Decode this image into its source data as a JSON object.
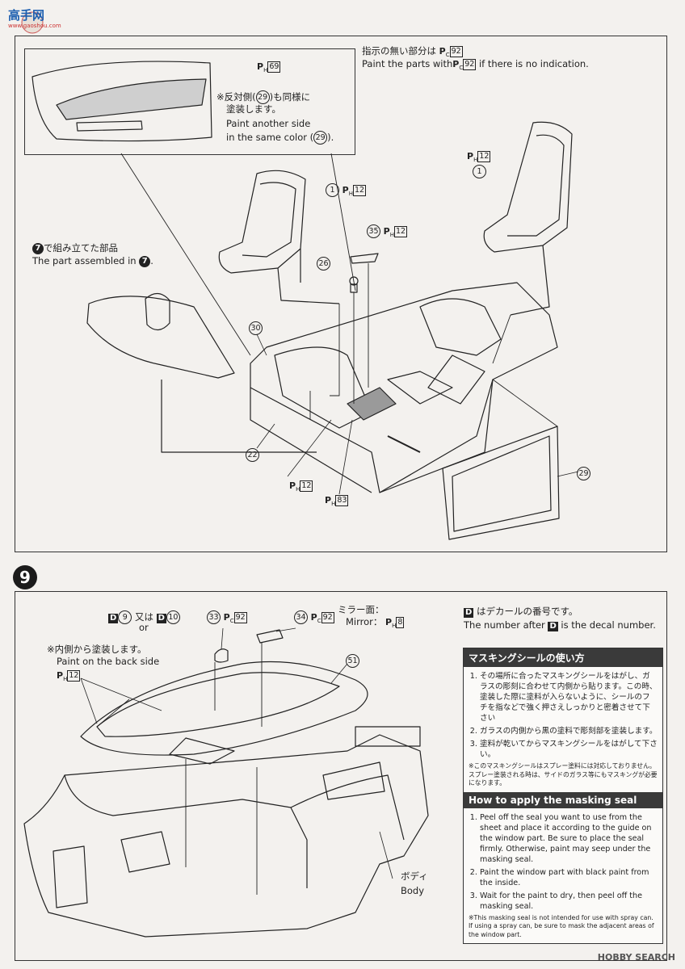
{
  "header": {
    "logo_text": "高手网",
    "logo_sub": "www.gaoshou.com"
  },
  "step8": {
    "top_note_jp": "指示の無い部分は",
    "top_note_jp_code": "92",
    "top_note_en_pre": "Paint the parts with",
    "top_note_en_code": "92",
    "top_note_en_post": "if there is no indication.",
    "inset_code": "69",
    "inset_note_jp_1": "※反対側(",
    "inset_note_num": "29",
    "inset_note_jp_2": ")も同様に",
    "inset_note_jp_3": "塗装します。",
    "inset_note_en_1": "Paint another side",
    "inset_note_en_2": "in the same color (",
    "inset_note_en_num": "29",
    "inset_note_en_3": ").",
    "assembled_jp": "で組み立てた部品",
    "assembled_en": "The part assembled in",
    "assembled_step": "7",
    "part_1_left": "1",
    "part_1_left_code": "12",
    "part_1_right": "1",
    "part_1_right_code": "12",
    "part_35": "35",
    "part_35_code": "12",
    "part_26": "26",
    "part_30": "30",
    "part_22": "22",
    "part_29": "29",
    "bottom_code_1": "12",
    "bottom_code_2": "83"
  },
  "step9": {
    "step_number": "9",
    "decal_1": "9",
    "decal_or_jp": "又は",
    "decal_or_en": "or",
    "decal_2": "10",
    "part_33": "33",
    "part_33_code": "92",
    "part_34": "34",
    "part_34_code": "92",
    "mirror_jp": "ミラー面：",
    "mirror_en": "Mirror：",
    "mirror_code": "8",
    "decal_note_jp": "はデカールの番号です。",
    "decal_note_en_pre": "The number after",
    "decal_note_en_post": "is the decal number.",
    "inside_jp": "※内側から塗装します。",
    "inside_en": "Paint on the back side",
    "inside_code": "12",
    "part_51": "51",
    "body_jp": "ボディ",
    "body_en": "Body"
  },
  "panel": {
    "title_jp": "マスキングシールの使い方",
    "items_jp": [
      "その場所に合ったマスキングシールをはがし、ガラスの彫刻に合わせて内側から貼ります。この時、塗装した際に塗料が入らないように、シールのフチを指などで強く押さえしっかりと密着させて下さい",
      "ガラスの内側から黒の塗料で彫刻部を塗装します。",
      "塗料が乾いてからマスキングシールをはがして下さい。"
    ],
    "note_jp": "※このマスキングシールはスプレー塗料には対応しておりません。スプレー塗装される時は、サイドのガラス等にもマスキングが必要になります。",
    "title_en": "How to apply the masking seal",
    "items_en": [
      "Peel off the seal you want to use from the sheet and place it according to the guide on the window part. Be sure to place the seal firmly. Otherwise, paint may seep under the masking seal.",
      "Paint the window part with black paint from the inside.",
      "Wait for the paint to dry, then peel off the masking seal."
    ],
    "note_en": "※This masking seal is not intended for use with spray can. If using a spray can, be sure to mask the adjacent areas of the window part."
  },
  "footer": {
    "watermark": "HOBBY SEARCH"
  }
}
